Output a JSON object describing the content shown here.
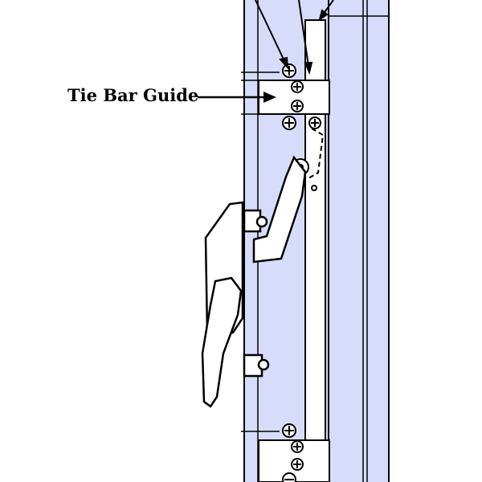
{
  "callout": {
    "label": "Tie Bar Guide"
  },
  "colors": {
    "background": "#ffffff",
    "panel": "#d6dcf9",
    "line": "#000000",
    "part": "#ffffff"
  },
  "icons": {
    "callout_arrow": "arrow-right",
    "screws": "phillips-screw-head"
  }
}
